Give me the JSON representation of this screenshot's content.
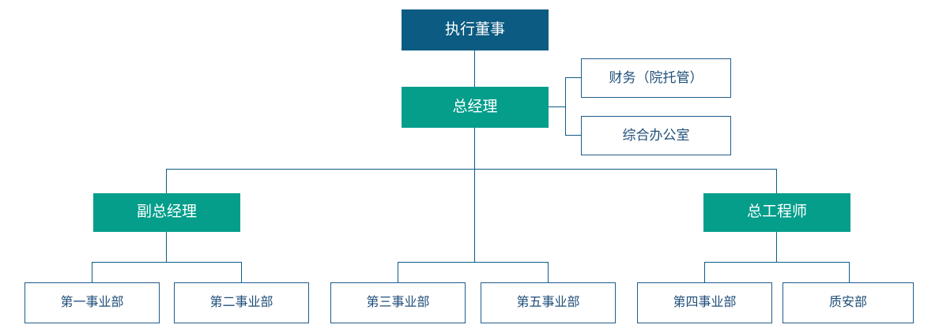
{
  "chart": {
    "type": "org-chart",
    "title": "",
    "orientation": "top-down",
    "colors": {
      "root_fill": "#0b5b82",
      "manager_fill": "#049e8b",
      "leaf_border": "#1f5c8b",
      "leaf_text": "#1f4e79",
      "connector": "#0d5c85",
      "background": "#ffffff",
      "filled_text": "#ffffff"
    },
    "levels": [
      {
        "level": 1,
        "nodes": [
          {
            "id": "executive-director",
            "label": "执行董事",
            "style": "filled-dark"
          }
        ]
      },
      {
        "level": 2,
        "nodes": [
          {
            "id": "general-manager",
            "label": "总经理",
            "style": "filled-teal"
          }
        ]
      },
      {
        "level": 2,
        "side": "right",
        "nodes": [
          {
            "id": "finance-dept",
            "label": "财务（院托管）",
            "style": "outlined"
          },
          {
            "id": "general-office",
            "label": "综合办公室",
            "style": "outlined"
          }
        ]
      },
      {
        "level": 3,
        "nodes": [
          {
            "id": "deputy-general-manager",
            "label": "副总经理",
            "style": "filled-teal"
          },
          {
            "id": "chief-engineer",
            "label": "总工程师",
            "style": "filled-teal"
          }
        ]
      },
      {
        "level": 4,
        "nodes": [
          {
            "id": "division-1",
            "label": "第一事业部",
            "style": "outlined",
            "parent": "deputy-general-manager"
          },
          {
            "id": "division-2",
            "label": "第二事业部",
            "style": "outlined",
            "parent": "deputy-general-manager"
          },
          {
            "id": "division-3",
            "label": "第三事业部",
            "style": "outlined",
            "parent": "general-manager"
          },
          {
            "id": "division-5",
            "label": "第五事业部",
            "style": "outlined",
            "parent": "general-manager"
          },
          {
            "id": "division-4",
            "label": "第四事业部",
            "style": "outlined",
            "parent": "chief-engineer"
          },
          {
            "id": "quality-safety-dept",
            "label": "质安部",
            "style": "outlined",
            "parent": "chief-engineer"
          }
        ]
      }
    ],
    "nodes_flat": {
      "executive_director": "执行董事",
      "general_manager": "总经理",
      "finance_dept": "财务（院托管）",
      "general_office": "综合办公室",
      "deputy_general_manager": "副总经理",
      "chief_engineer": "总工程师",
      "division_1": "第一事业部",
      "division_2": "第二事业部",
      "division_3": "第三事业部",
      "division_5": "第五事业部",
      "division_4": "第四事业部",
      "quality_safety_dept": "质安部"
    }
  }
}
